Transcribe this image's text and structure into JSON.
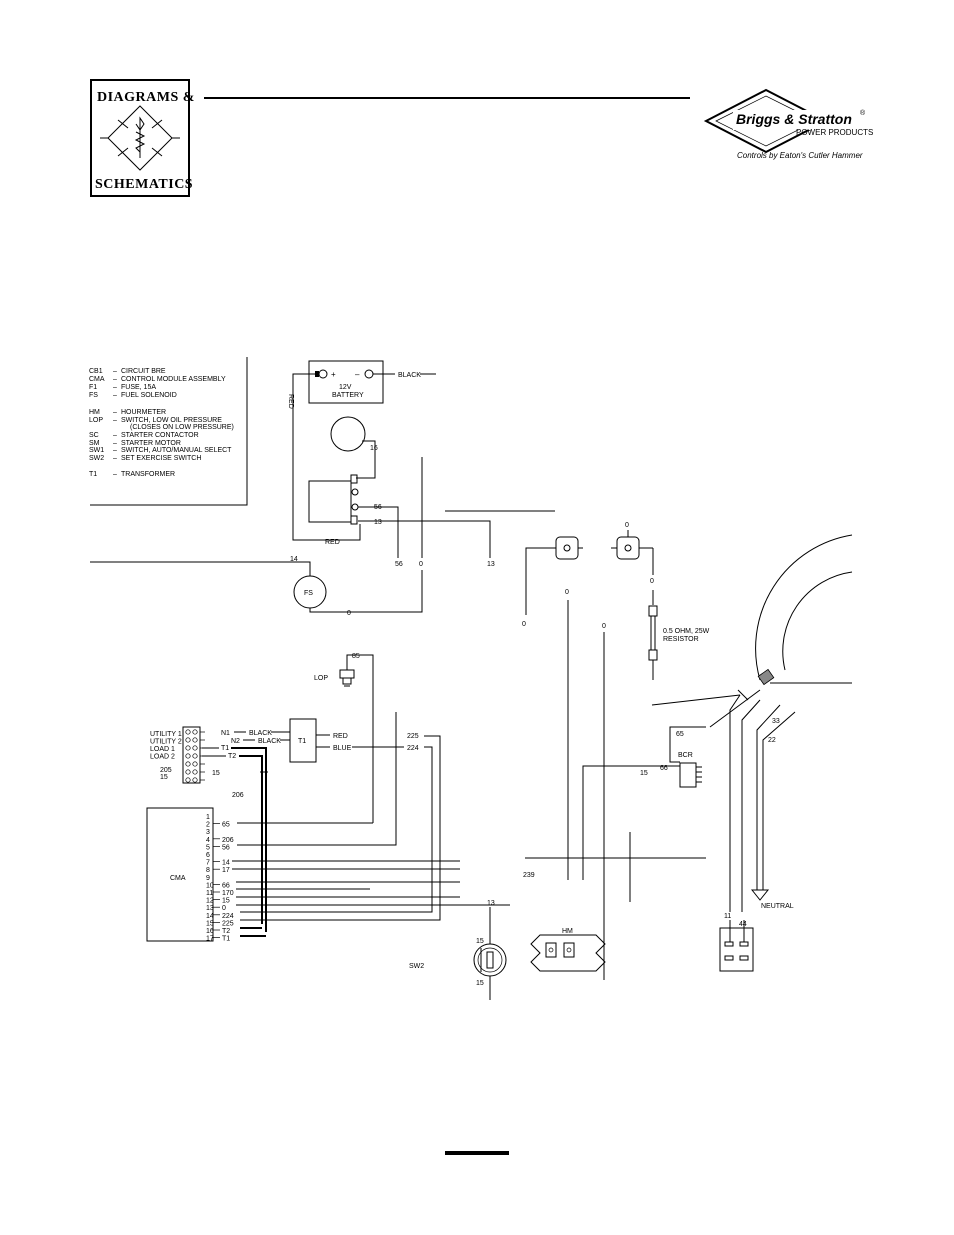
{
  "header": {
    "logo_line1": "DIAGRAMS &",
    "logo_line2": "SCHEMATICS",
    "brand_name": "Briggs & Stratton",
    "brand_reg": "®",
    "brand_sub": "POWER PRODUCTS",
    "brand_controls": "Controls by Eaton's Cutler Hammer"
  },
  "legend": [
    {
      "code": "CB1",
      "desc": "CIRCUIT BRE"
    },
    {
      "code": "CMA",
      "desc": "CONTROL MODULE ASSEMBLY"
    },
    {
      "code": "F1",
      "desc": "FUSE, 15A"
    },
    {
      "code": "FS",
      "desc": "FUEL SOLENOID"
    },
    {
      "code": "HM",
      "desc": "HOURMETER"
    },
    {
      "code": "LOP",
      "desc": "SWITCH, LOW OIL PRESSURE"
    },
    {
      "code": "",
      "desc": "(CLOSES ON LOW PRESSURE)"
    },
    {
      "code": "SC",
      "desc": "STARTER CONTACTOR"
    },
    {
      "code": "SM",
      "desc": "STARTER MOTOR"
    },
    {
      "code": "SW1",
      "desc": "SWITCH, AUTO/MANUAL SELECT"
    },
    {
      "code": "SW2",
      "desc": "SET EXERCISE SWITCH"
    },
    {
      "code": "T1",
      "desc": "TRANSFORMER"
    }
  ],
  "battery": {
    "plus": "+",
    "minus": "–",
    "line1": "12V",
    "line2": "BATTERY",
    "black": "BLACK",
    "red": "RED"
  },
  "wires": {
    "w16": "16",
    "w56": "56",
    "w13": "13",
    "red2": "RED",
    "w56b": "56",
    "w0a": "0",
    "w13b": "13",
    "w14": "14",
    "fs": "FS",
    "w0b": "0",
    "w0c": "0",
    "w0d": "0",
    "w0e": "0",
    "w0f": "0",
    "w0g": "0",
    "resistor1": "0.5 OHM, 25W",
    "resistor2": "RESISTOR",
    "w85": "85",
    "lop": "LOP",
    "n1": "N1",
    "n2": "N2",
    "t1": "T1",
    "t2": "T2",
    "black1": "BLACK",
    "black2": "BLACK",
    "t1box": "T1",
    "red3": "RED",
    "blue": "BLUE",
    "w225": "225",
    "w224": "224",
    "w205": "205",
    "w15a": "15",
    "w15b": "15",
    "w206": "206",
    "w65": "65",
    "bcr": "BCR",
    "w66": "66",
    "w15c": "15",
    "w33": "33",
    "w22": "22",
    "neutral": "NEUTRAL",
    "w11": "11",
    "w44": "44",
    "w239": "239",
    "w13c": "13",
    "w15d": "15",
    "w15e": "15",
    "sw2": "SW2",
    "hm": "HM",
    "cma": "CMA"
  },
  "terminal_labels": [
    "UTILITY 1",
    "UTILITY 2",
    "LOAD 1",
    "LOAD 2"
  ],
  "cma_pins": [
    {
      "pin": "1",
      "wire": ""
    },
    {
      "pin": "2",
      "wire": "65"
    },
    {
      "pin": "3",
      "wire": ""
    },
    {
      "pin": "4",
      "wire": "206"
    },
    {
      "pin": "5",
      "wire": "56"
    },
    {
      "pin": "6",
      "wire": ""
    },
    {
      "pin": "7",
      "wire": "14"
    },
    {
      "pin": "8",
      "wire": "17"
    },
    {
      "pin": "9",
      "wire": ""
    },
    {
      "pin": "10",
      "wire": "66"
    },
    {
      "pin": "11",
      "wire": "170"
    },
    {
      "pin": "12",
      "wire": "15"
    },
    {
      "pin": "13",
      "wire": "0"
    },
    {
      "pin": "14",
      "wire": "224"
    },
    {
      "pin": "15",
      "wire": "225"
    },
    {
      "pin": "16",
      "wire": "T2"
    },
    {
      "pin": "17",
      "wire": "T1"
    }
  ]
}
